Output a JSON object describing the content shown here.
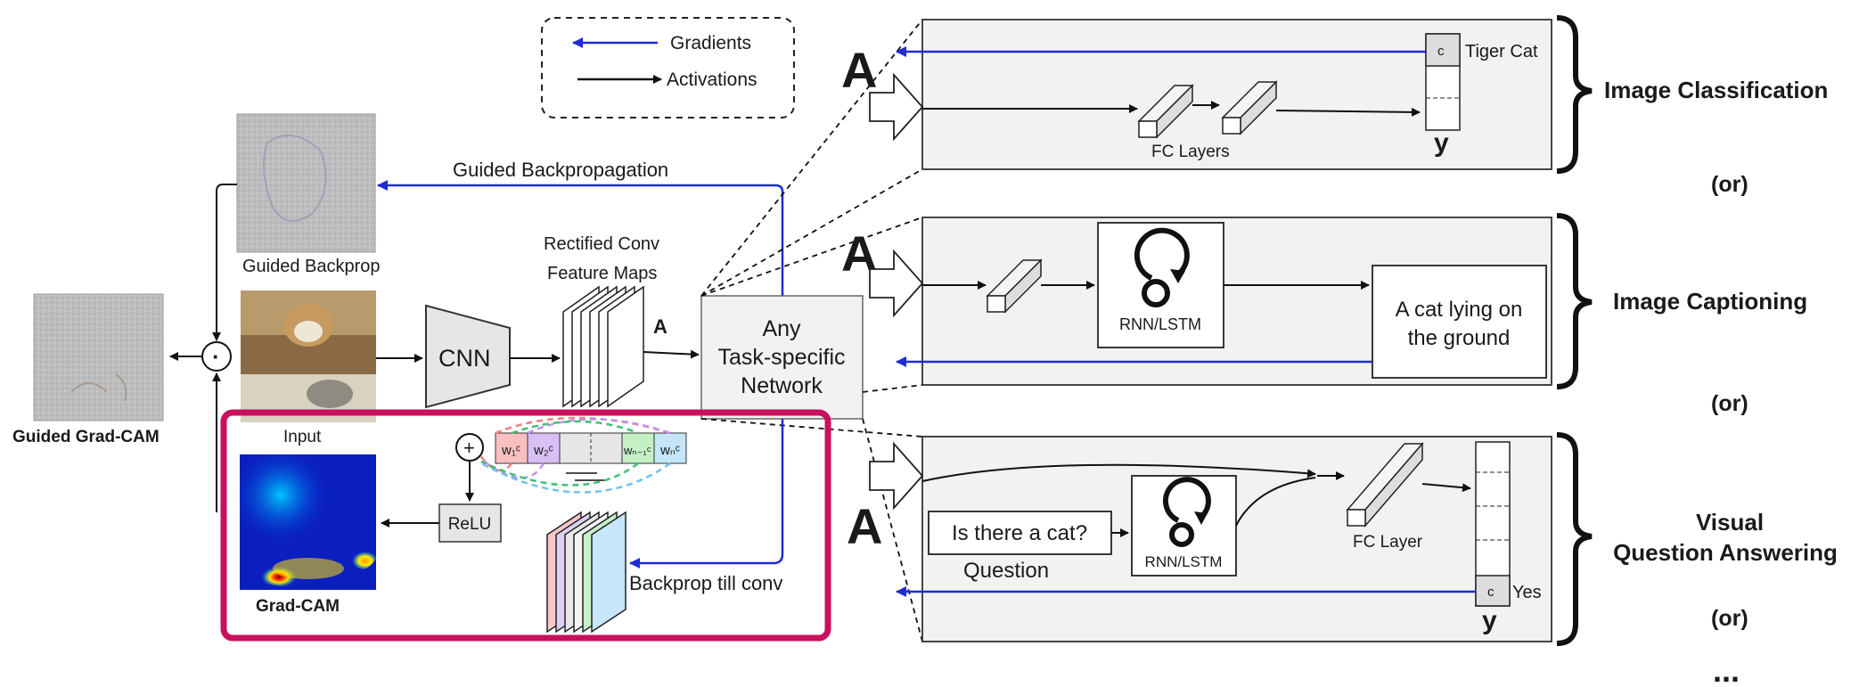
{
  "legend": {
    "gradients": "Gradients",
    "activations": "Activations"
  },
  "labels": {
    "guided_backprop_top": "Guided Backpropagation",
    "guided_backprop_img": "Guided Backprop",
    "input": "Input",
    "guided_gradcam": "Guided Grad-CAM",
    "gradcam": "Grad-CAM",
    "cnn": "CNN",
    "rectified_1": "Rectified Conv",
    "rectified_2": "Feature Maps",
    "a_small": "A",
    "task_1": "Any",
    "task_2": "Task-specific",
    "task_3": "Network",
    "relu": "ReLU",
    "backprop_conv": "Backprop till conv",
    "weights": [
      "w₁ᶜ",
      "w₂ᶜ",
      "wₙ₋₁ᶜ",
      "wₙᶜ"
    ],
    "plus": "+",
    "dot": "·"
  },
  "tasks": {
    "classification": {
      "a": "A",
      "c": "c",
      "class_name": "Tiger Cat",
      "fc": "FC Layers",
      "y": "y",
      "title": "Image Classification"
    },
    "captioning": {
      "a": "A",
      "rnn": "RNN/LSTM",
      "caption_1": "A cat lying on",
      "caption_2": "the ground",
      "title": "Image Captioning"
    },
    "vqa": {
      "a": "A",
      "question_box": "Is there a cat?",
      "question": "Question",
      "rnn": "RNN/LSTM",
      "fc": "FC Layer",
      "c": "c",
      "answer": "Yes",
      "y": "y",
      "title_1": "Visual",
      "title_2": "Question Answering"
    },
    "or_1": "(or)",
    "or_2": "(or)",
    "or_3": "(or)",
    "ellipsis": "..."
  },
  "colors": {
    "gradient_arrow": "#1f2bd6",
    "highlight": "#c8105e",
    "box_fill": "#f2f2f2"
  }
}
